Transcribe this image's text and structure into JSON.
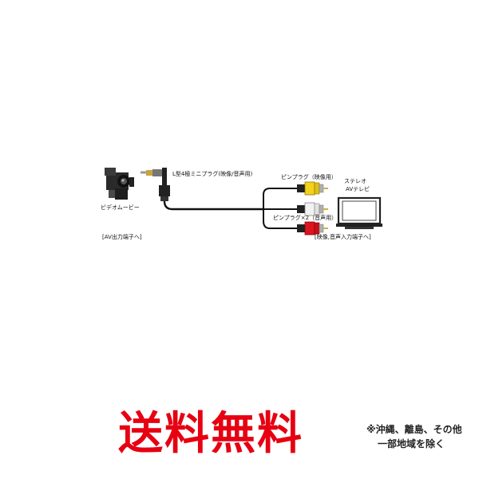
{
  "labels": {
    "camcorder": "ビデオムービー",
    "camcorder_terminal": "[AV出力端子へ]",
    "mini_plug": "L型4極ミニプラグ(映像/音声用)",
    "pin_plug_video": "ピンプラグ（映像用）",
    "pin_plug_audio": "ピンプラグ×2（音声用）",
    "tv_line1": "ステレオ",
    "tv_line2": "AVテレビ",
    "tv_terminal": "[映像,音声入力端子へ]"
  },
  "banner": {
    "main": "送料無料",
    "note_line1": "※沖縄、離島、その他",
    "note_line2": "一部地域を除く"
  },
  "colors": {
    "banner_red": "#e60012",
    "plug_yellow": "#f3d21c",
    "plug_white": "#f2f2f2",
    "plug_red": "#e0141e",
    "cable": "#111111"
  },
  "icons": {
    "camcorder": "video-camera-icon",
    "mini_plug": "l-shaped-mini-plug-icon",
    "tv": "television-icon"
  }
}
